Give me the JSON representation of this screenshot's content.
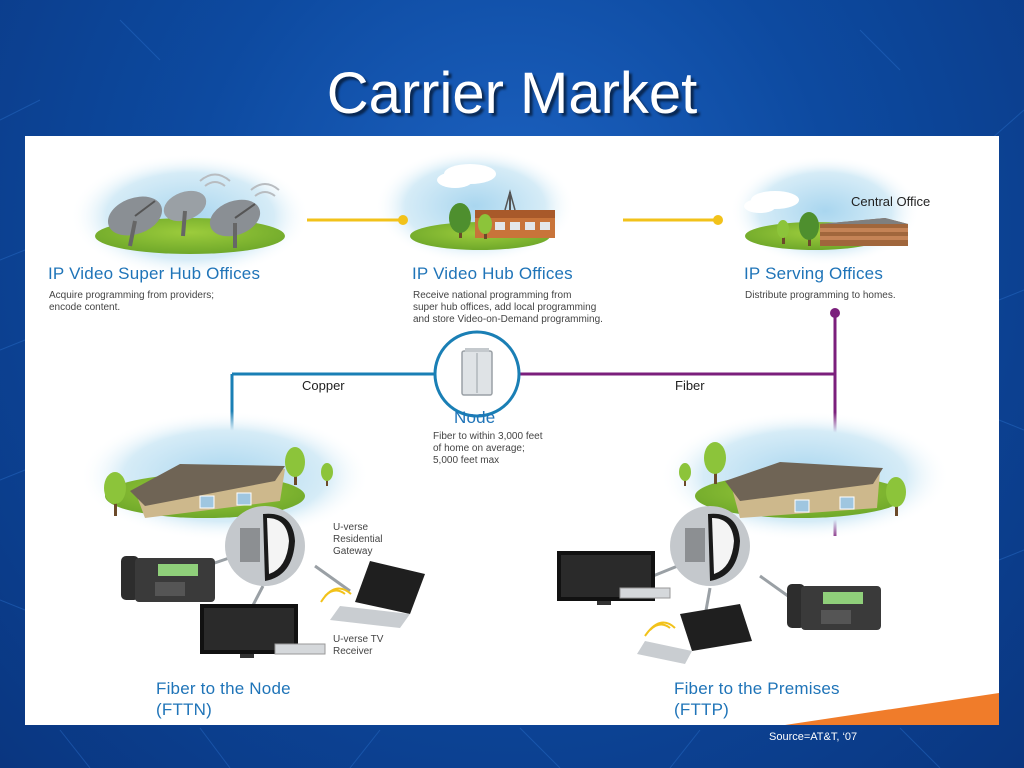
{
  "slide": {
    "title": "Carrier Market",
    "source": "Source=AT&T, ‘07"
  },
  "diagram": {
    "super_hub": {
      "title": "IP Video Super Hub Offices",
      "desc": "Acquire programming from providers;\nencode content."
    },
    "video_hub": {
      "title": "IP Video Hub Offices",
      "desc": "Receive national programming from\nsuper hub offices, add local programming\nand store Video-on-Demand programming."
    },
    "serving": {
      "title": "IP Serving Offices",
      "desc": "Distribute programming to homes."
    },
    "central_office_label": "Central Office",
    "copper_label": "Copper",
    "fiber_label": "Fiber",
    "node": {
      "title": "Node",
      "desc": "Fiber to within 3,000 feet\nof home on average;\n5,000 feet max"
    },
    "gateway_label": "U-verse\nResidential\nGateway",
    "tv_receiver_label": "U-verse TV\nReceiver",
    "fttn": {
      "line1": "Fiber to the Node",
      "line2": "(FTTN)"
    },
    "fttp": {
      "line1": "Fiber to the Premises",
      "line2": "(FTTP)"
    },
    "colors": {
      "heading_blue": "#1f74b8",
      "copper_line": "#1a7fb5",
      "fiber_line": "#7b1f7c",
      "hub_link": "#f2c21a",
      "accent_orange": "#f07c2a"
    }
  }
}
